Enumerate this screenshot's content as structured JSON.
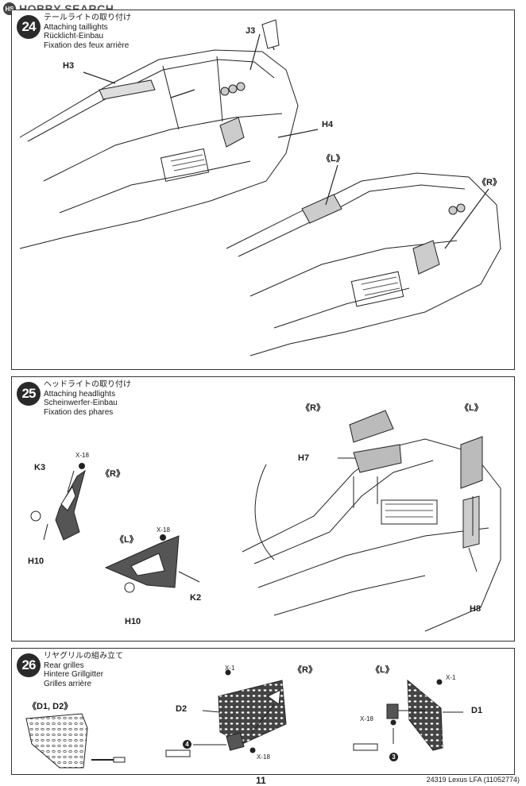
{
  "watermark": {
    "text": "HOBBY SEARCH"
  },
  "steps": [
    {
      "number": "24",
      "jp": "テールライトの取り付け",
      "en": "Attaching taillights",
      "de": "Rücklicht-Einbau",
      "fr": "Fixation des feux arrière",
      "labels": {
        "h3": "H3",
        "j3": "J3",
        "h4": "H4",
        "left": "《L》",
        "right": "《R》"
      }
    },
    {
      "number": "25",
      "jp": "ヘッドライトの取り付け",
      "en": "Attaching headlights",
      "de": "Scheinwerfer-Einbau",
      "fr": "Fixation des phares",
      "labels": {
        "k3": "K3",
        "x18a": "X-18",
        "right_a": "《R》",
        "h10a": "H10",
        "left_a": "《L》",
        "x18b": "X-18",
        "k2": "K2",
        "h10b": "H10",
        "right_b": "《R》",
        "left_b": "《L》",
        "h7": "H7",
        "h8": "H8"
      }
    },
    {
      "number": "26",
      "jp": "リヤグリルの組み立て",
      "en": "Rear grilles",
      "de": "Hintere Grillgitter",
      "fr": "Grilles arrière",
      "labels": {
        "d1d2": "《D1, D2》",
        "x1a": "X-1",
        "right": "《R》",
        "d2": "D2",
        "c4": "4",
        "x18a": "X-18",
        "left": "《L》",
        "x1b": "X-1",
        "x18b": "X-18",
        "d1": "D1",
        "c3": "3"
      }
    }
  ],
  "footer": {
    "page": "11",
    "code": "24319  Lexus LFA (11052774)"
  }
}
